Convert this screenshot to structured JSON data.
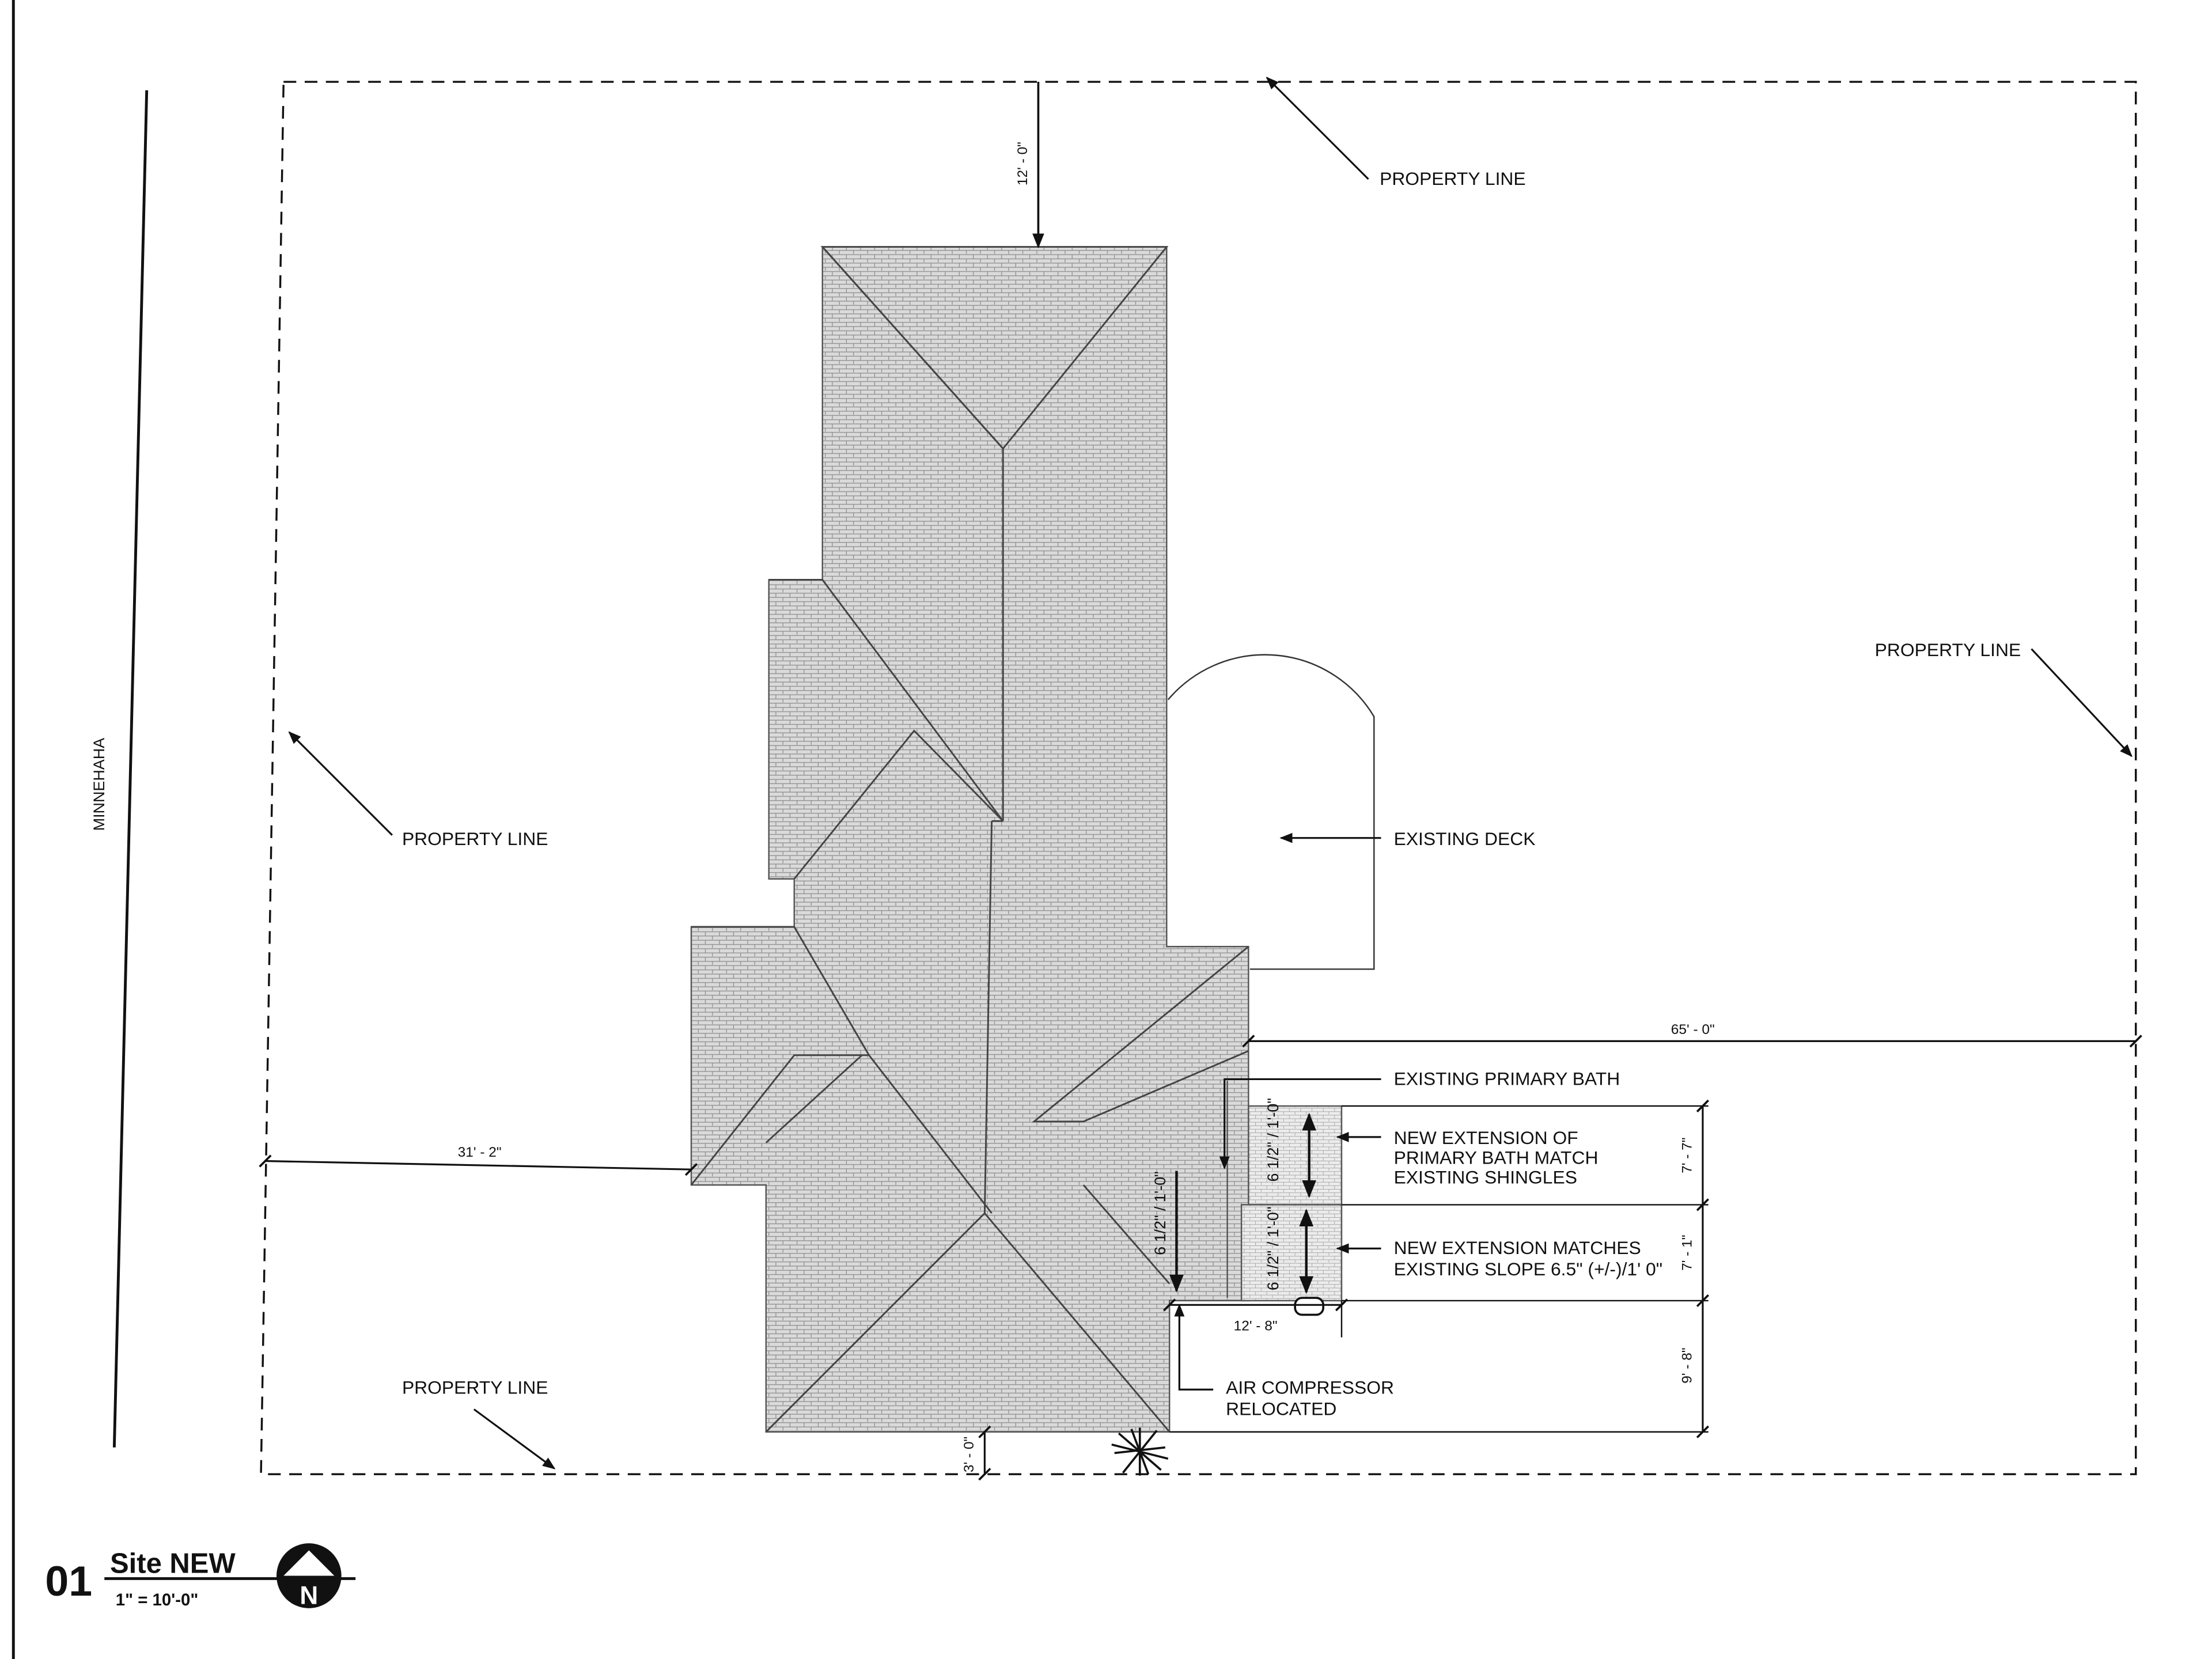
{
  "street_name": "MINNEHAHA",
  "labels": {
    "property_line": "PROPERTY LINE",
    "existing_deck": "EXISTING DECK",
    "existing_primary_bath": "EXISTING PRIMARY BATH",
    "new_extension_bath_1": "NEW EXTENSION OF",
    "new_extension_bath_2": "PRIMARY BATH MATCH",
    "new_extension_bath_3": "EXISTING SHINGLES",
    "new_extension_slope_1": "NEW EXTENSION MATCHES",
    "new_extension_slope_2": "EXISTING SLOPE 6.5\" (+/-)/1' 0\"",
    "air_compressor_1": "AIR COMPRESSOR",
    "air_compressor_2": "RELOCATED"
  },
  "dimensions": {
    "top_setback": "12' - 0\"",
    "right_setback": "65' - 0\"",
    "left_setback": "31' - 2\"",
    "bottom_setback": "3' - 0\"",
    "extension_width": "12' - 8\"",
    "extension_depth_upper": "7' - 7\"",
    "extension_depth_lower": "7' - 1\"",
    "to_rear": "9' - 8\"",
    "slope_1": "6 1/2\" / 1'-0\"",
    "slope_2": "6 1/2\" / 1'-0\"",
    "slope_3": "6 1/2\" / 1'-0\""
  },
  "title_block": {
    "number": "01",
    "title": "Site NEW",
    "scale": "1\" = 10'-0\"",
    "north": "N"
  },
  "colors": {
    "line": "#111111",
    "roof_fill": "#d9d9d9",
    "roof_pattern": "#8c8c8c",
    "extension_fill": "#ebebeb"
  }
}
